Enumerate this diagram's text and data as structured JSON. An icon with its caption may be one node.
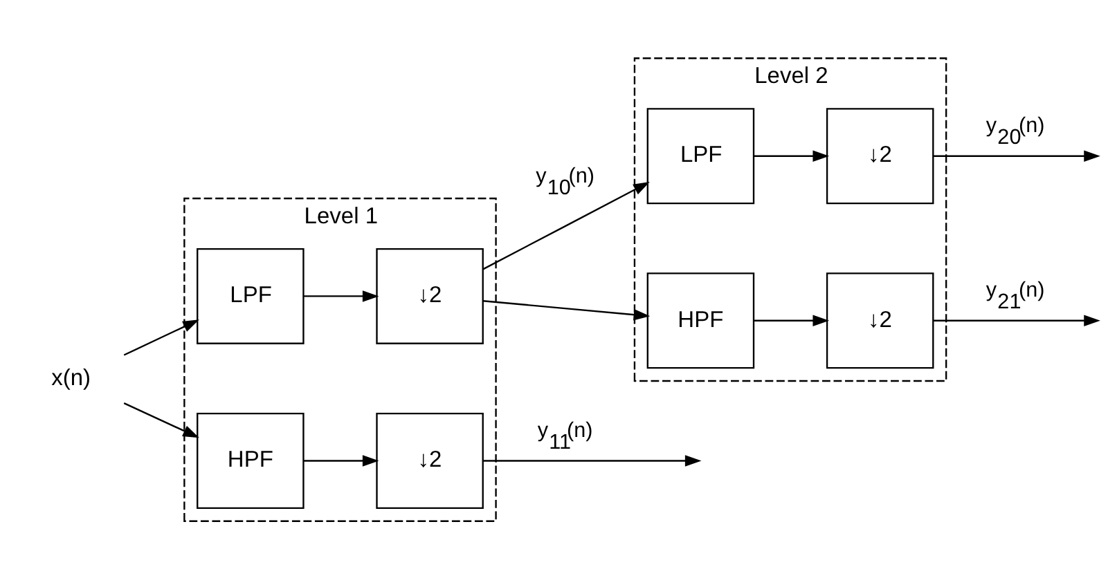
{
  "diagram": {
    "nodes": [
      {
        "text": [
          "x(n)"
        ]
      },
      {
        "text": [
          "Level 1"
        ]
      },
      {
        "text": [
          "LPF"
        ],
        "in": 1
      },
      {
        "text": [
          "↓2"
        ],
        "in": 1
      },
      {
        "text": [
          "HPF"
        ],
        "in": 1
      },
      {
        "text": [
          "↓2"
        ],
        "in": 1
      },
      {
        "text": [
          "Level 2"
        ]
      },
      {
        "text": [
          "LPF"
        ],
        "in": 6
      },
      {
        "text": [
          "↓2"
        ],
        "in": 6
      },
      {
        "text": [
          "HPF"
        ],
        "in": 6
      },
      {
        "text": [
          "↓2"
        ],
        "in": 6
      }
    ],
    "edges": [
      {
        "from": 0,
        "to": 2,
        "arrow": "to"
      },
      {
        "from": 0,
        "to": 4,
        "arrow": "to"
      },
      {
        "from": 2,
        "to": 3,
        "arrow": "to"
      },
      {
        "from": 4,
        "to": 5,
        "arrow": "to"
      },
      {
        "from": 5,
        "to": null,
        "arrow": "to",
        "label": "y$_{11}$(n)"
      },
      {
        "from": 3,
        "to": 7,
        "arrow": "to",
        "label": "y$_{10}$(n)"
      },
      {
        "from": 3,
        "to": 9,
        "arrow": "to"
      },
      {
        "from": 7,
        "to": 8,
        "arrow": "to"
      },
      {
        "from": 9,
        "to": 10,
        "arrow": "to"
      },
      {
        "from": 8,
        "to": null,
        "arrow": "to",
        "label": "y$_{20}$(n)"
      },
      {
        "from": 10,
        "to": null,
        "arrow": "to",
        "label": "y$_{21}$(n)"
      }
    ]
  }
}
